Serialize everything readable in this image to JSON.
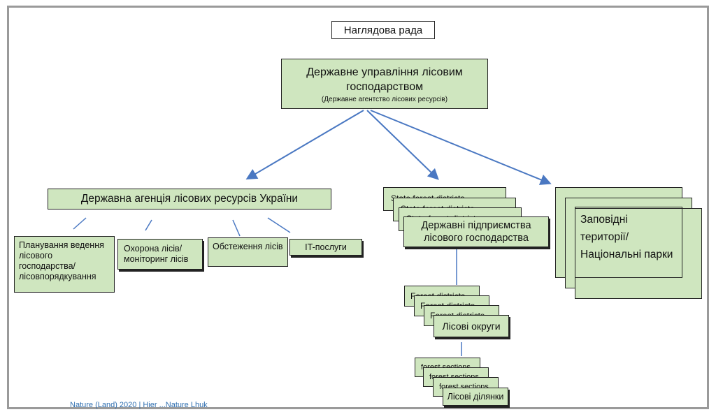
{
  "supervisory_board": "Наглядова рада",
  "top": {
    "title": "Державне управління лісовим господарством",
    "subtitle": "(Державне агентство лісових ресурсів)"
  },
  "agency": {
    "title": "Державна агенція лісових ресурсів України",
    "units": [
      "Планування ведення лісового господарства/ лісовпорядкування",
      "Охорона лісів/ моніторинг лісів",
      "Обстеження лісів",
      "IT-послуги"
    ]
  },
  "enterprises": {
    "back_labels": [
      "State forest districts",
      "State forest districts",
      "State forest districts"
    ],
    "title": "Державні підприємства лісового господарства"
  },
  "districts": {
    "back_labels": [
      "Forest districts",
      "Forest districts",
      "Forest districts"
    ],
    "title": "Лісові округи"
  },
  "sections": {
    "back_labels": [
      "forest sections",
      "forest sections",
      "forest sections"
    ],
    "title": "Лісові ділянки"
  },
  "protected": {
    "title": "Заповідні території/ Національні парки"
  },
  "footer": "Nature (Land) 2020 | Hier ...Nature Lhuk"
}
